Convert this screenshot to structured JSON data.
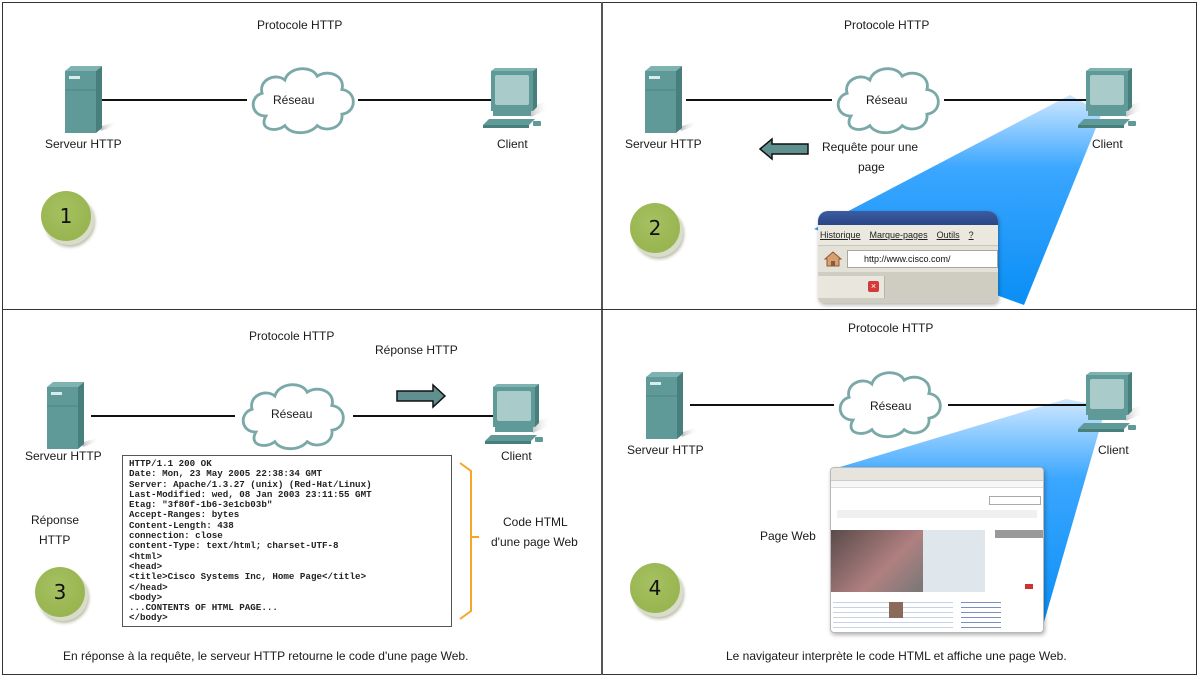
{
  "colors": {
    "device_teal": "#5f9a98",
    "cloud_stroke": "#7aa9a8",
    "badge_green": "#9cb955",
    "beam_blue": "#0a8ef5",
    "bracket_orange": "#f5a623",
    "arrow_fill": "#5f8f8e"
  },
  "panels": [
    {
      "step": "1",
      "title": "Protocole HTTP",
      "server_label": "Serveur HTTP",
      "network_label": "Réseau",
      "client_label": "Client"
    },
    {
      "step": "2",
      "title": "Protocole HTTP",
      "server_label": "Serveur HTTP",
      "network_label": "Réseau",
      "client_label": "Client",
      "arrow_label_line1": "Requête pour une",
      "arrow_label_line2": "page",
      "browser": {
        "menu_items": [
          "Historique",
          "Marque-pages",
          "Outils",
          "?"
        ],
        "url": "http://www.cisco.com/"
      }
    },
    {
      "step": "3",
      "title": "Protocole HTTP",
      "server_label": "Serveur HTTP",
      "network_label": "Réseau",
      "client_label": "Client",
      "arrow_label": "Réponse HTTP",
      "side_label_line1": "Réponse",
      "side_label_line2": "HTTP",
      "bracket_label_line1": "Code HTML",
      "bracket_label_line2": "d'une page Web",
      "code_lines": [
        "HTTP/1.1 200 OK",
        "Date: Mon, 23 May 2005 22:38:34 GMT",
        "Server: Apache/1.3.27 (unix) (Red-Hat/Linux)",
        "Last-Modified: wed, 08 Jan 2003 23:11:55 GMT",
        "Etag: \"3f80f-1b6-3e1cb03b\"",
        "Accept-Ranges: bytes",
        "Content-Length: 438",
        "connection: close",
        "content-Type: text/html; charset-UTF-8",
        "<html>",
        "<head>",
        "<title>Cisco Systems Inc, Home Page</title>",
        "</head>",
        "<body>",
        "...CONTENTS OF HTML PAGE...",
        "</body>"
      ],
      "caption": "En réponse à la requête, le serveur HTTP retourne le code d'une page Web."
    },
    {
      "step": "4",
      "title": "Protocole HTTP",
      "server_label": "Serveur HTTP",
      "network_label": "Réseau",
      "client_label": "Client",
      "page_label": "Page Web",
      "caption": "Le navigateur interprète le code HTML et affiche une page Web."
    }
  ]
}
